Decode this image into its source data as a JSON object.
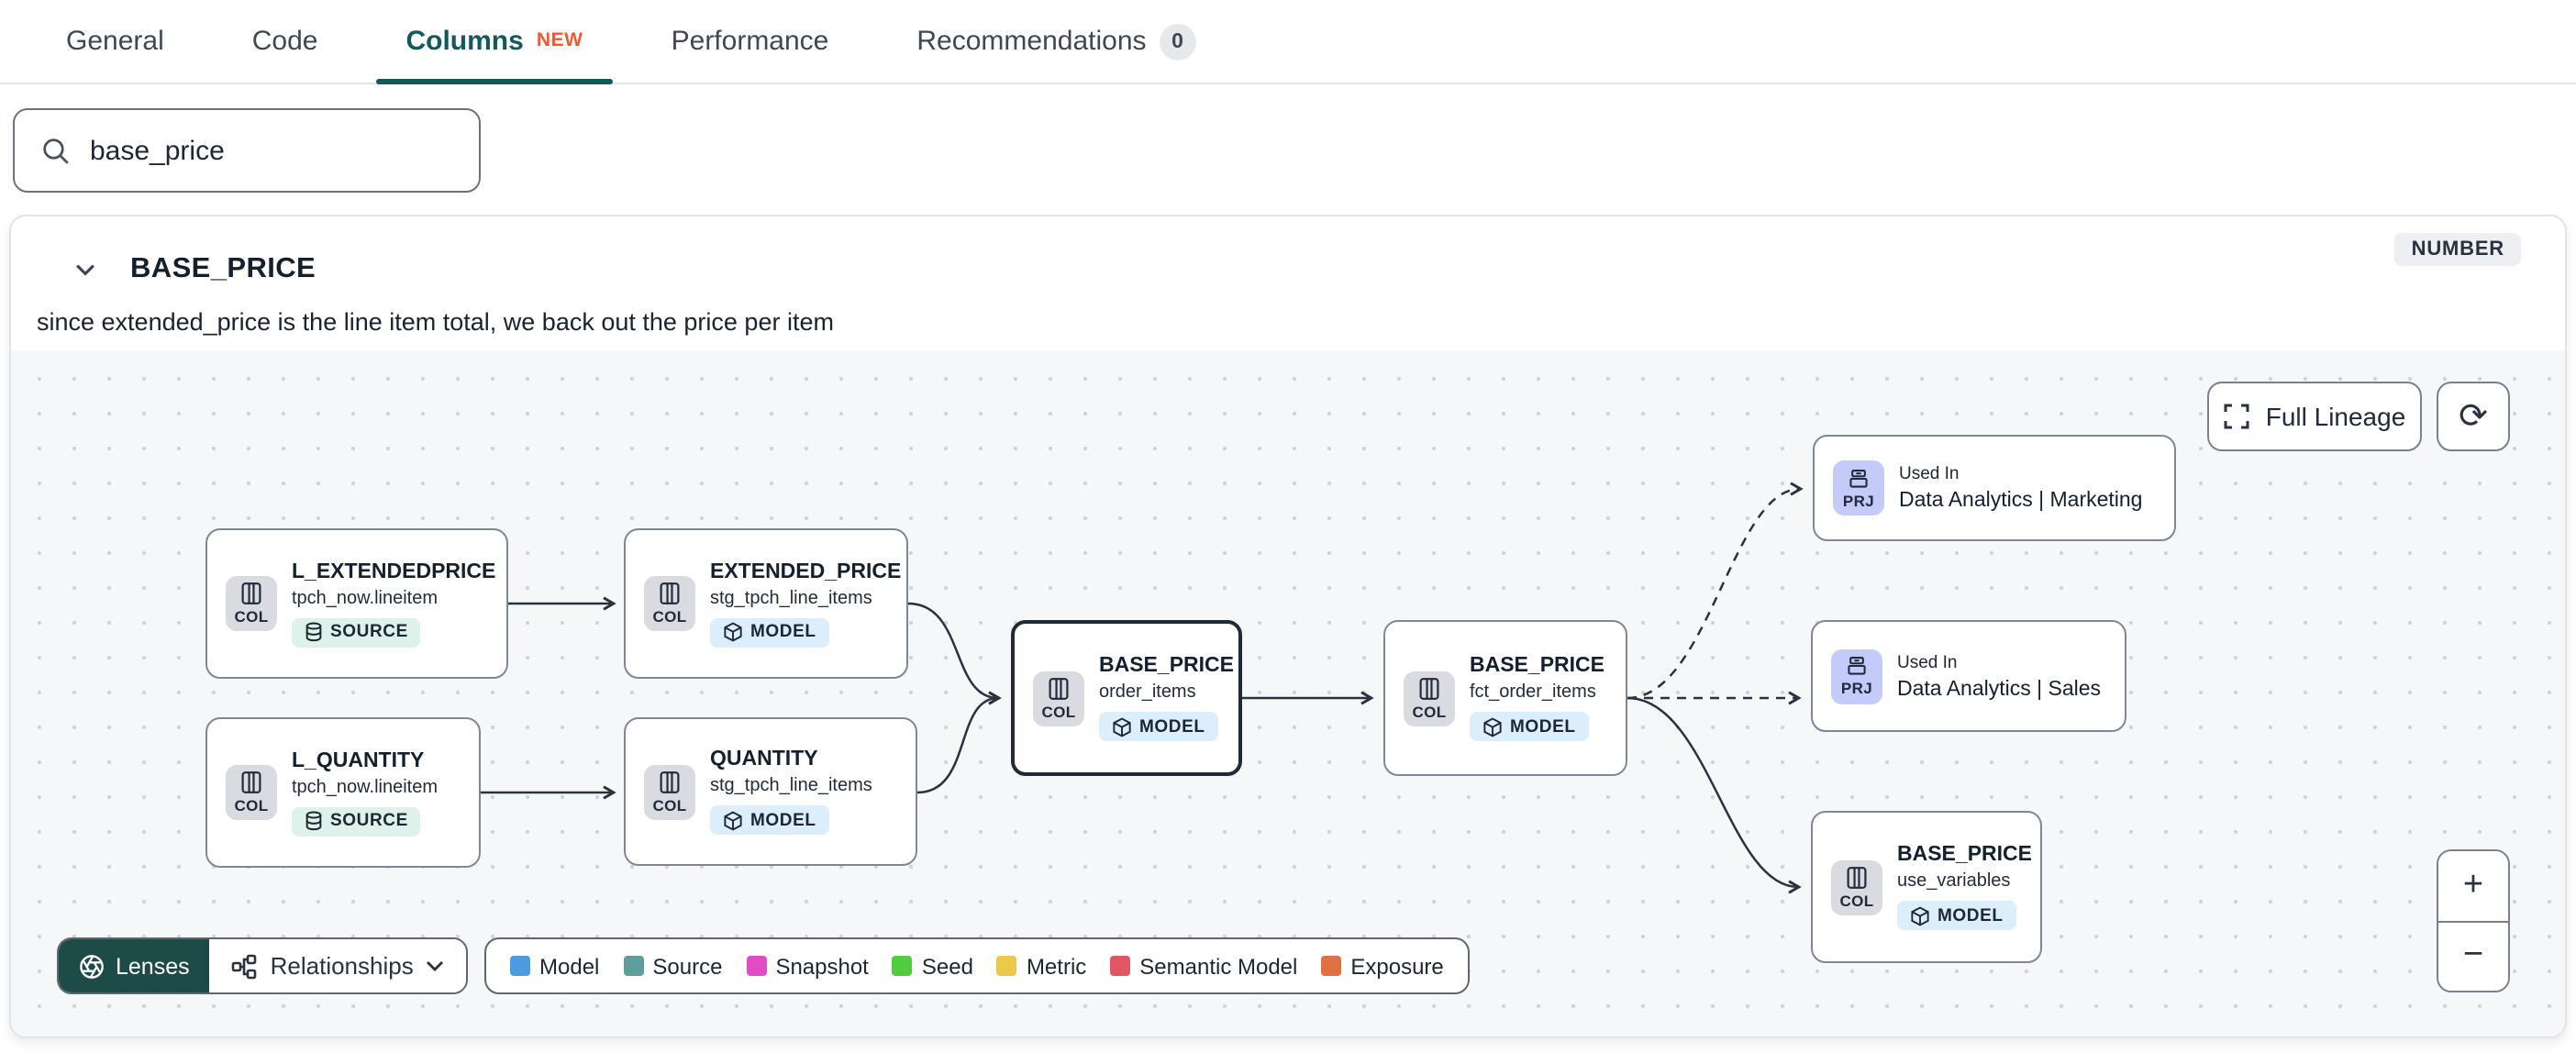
{
  "tabs": {
    "items": [
      {
        "label": "General"
      },
      {
        "label": "Code"
      },
      {
        "label": "Columns",
        "tag": "NEW"
      },
      {
        "label": "Performance"
      },
      {
        "label": "Recommendations",
        "count": "0"
      }
    ]
  },
  "search": {
    "value": "base_price"
  },
  "column_card": {
    "name": "BASE_PRICE",
    "data_type": "NUMBER",
    "description": "since extended_price is the line item total, we back out the price per item"
  },
  "lineage": {
    "controls": {
      "full_lineage": "Full Lineage",
      "zoom_in": "+",
      "zoom_out": "−"
    },
    "nodes": [
      {
        "title": "L_EXTENDEDPRICE",
        "subtitle": "tpch_now.lineitem",
        "chip": "COL",
        "badge": "SOURCE"
      },
      {
        "title": "EXTENDED_PRICE",
        "subtitle": "stg_tpch_line_items",
        "chip": "COL",
        "badge": "MODEL"
      },
      {
        "title": "L_QUANTITY",
        "subtitle": "tpch_now.lineitem",
        "chip": "COL",
        "badge": "SOURCE"
      },
      {
        "title": "QUANTITY",
        "subtitle": "stg_tpch_line_items",
        "chip": "COL",
        "badge": "MODEL"
      },
      {
        "title": "BASE_PRICE",
        "subtitle": "order_items",
        "chip": "COL",
        "badge": "MODEL"
      },
      {
        "title": "BASE_PRICE",
        "subtitle": "fct_order_items",
        "chip": "COL",
        "badge": "MODEL"
      },
      {
        "eyebrow": "Used In",
        "title": "Data Analytics | Marketing",
        "chip": "PRJ"
      },
      {
        "eyebrow": "Used In",
        "title": "Data Analytics | Sales",
        "chip": "PRJ"
      },
      {
        "title": "BASE_PRICE",
        "subtitle": "use_variables",
        "chip": "COL",
        "badge": "MODEL"
      }
    ],
    "toolbar": {
      "lenses": "Lenses",
      "relationships": "Relationships"
    },
    "legend": [
      {
        "label": "Model",
        "color": "#4E9BE2"
      },
      {
        "label": "Source",
        "color": "#5F9E9C"
      },
      {
        "label": "Snapshot",
        "color": "#E14CC6"
      },
      {
        "label": "Seed",
        "color": "#52CC3F"
      },
      {
        "label": "Metric",
        "color": "#EDC94B"
      },
      {
        "label": "Semantic Model",
        "color": "#E25563"
      },
      {
        "label": "Exposure",
        "color": "#E0703F"
      }
    ]
  }
}
